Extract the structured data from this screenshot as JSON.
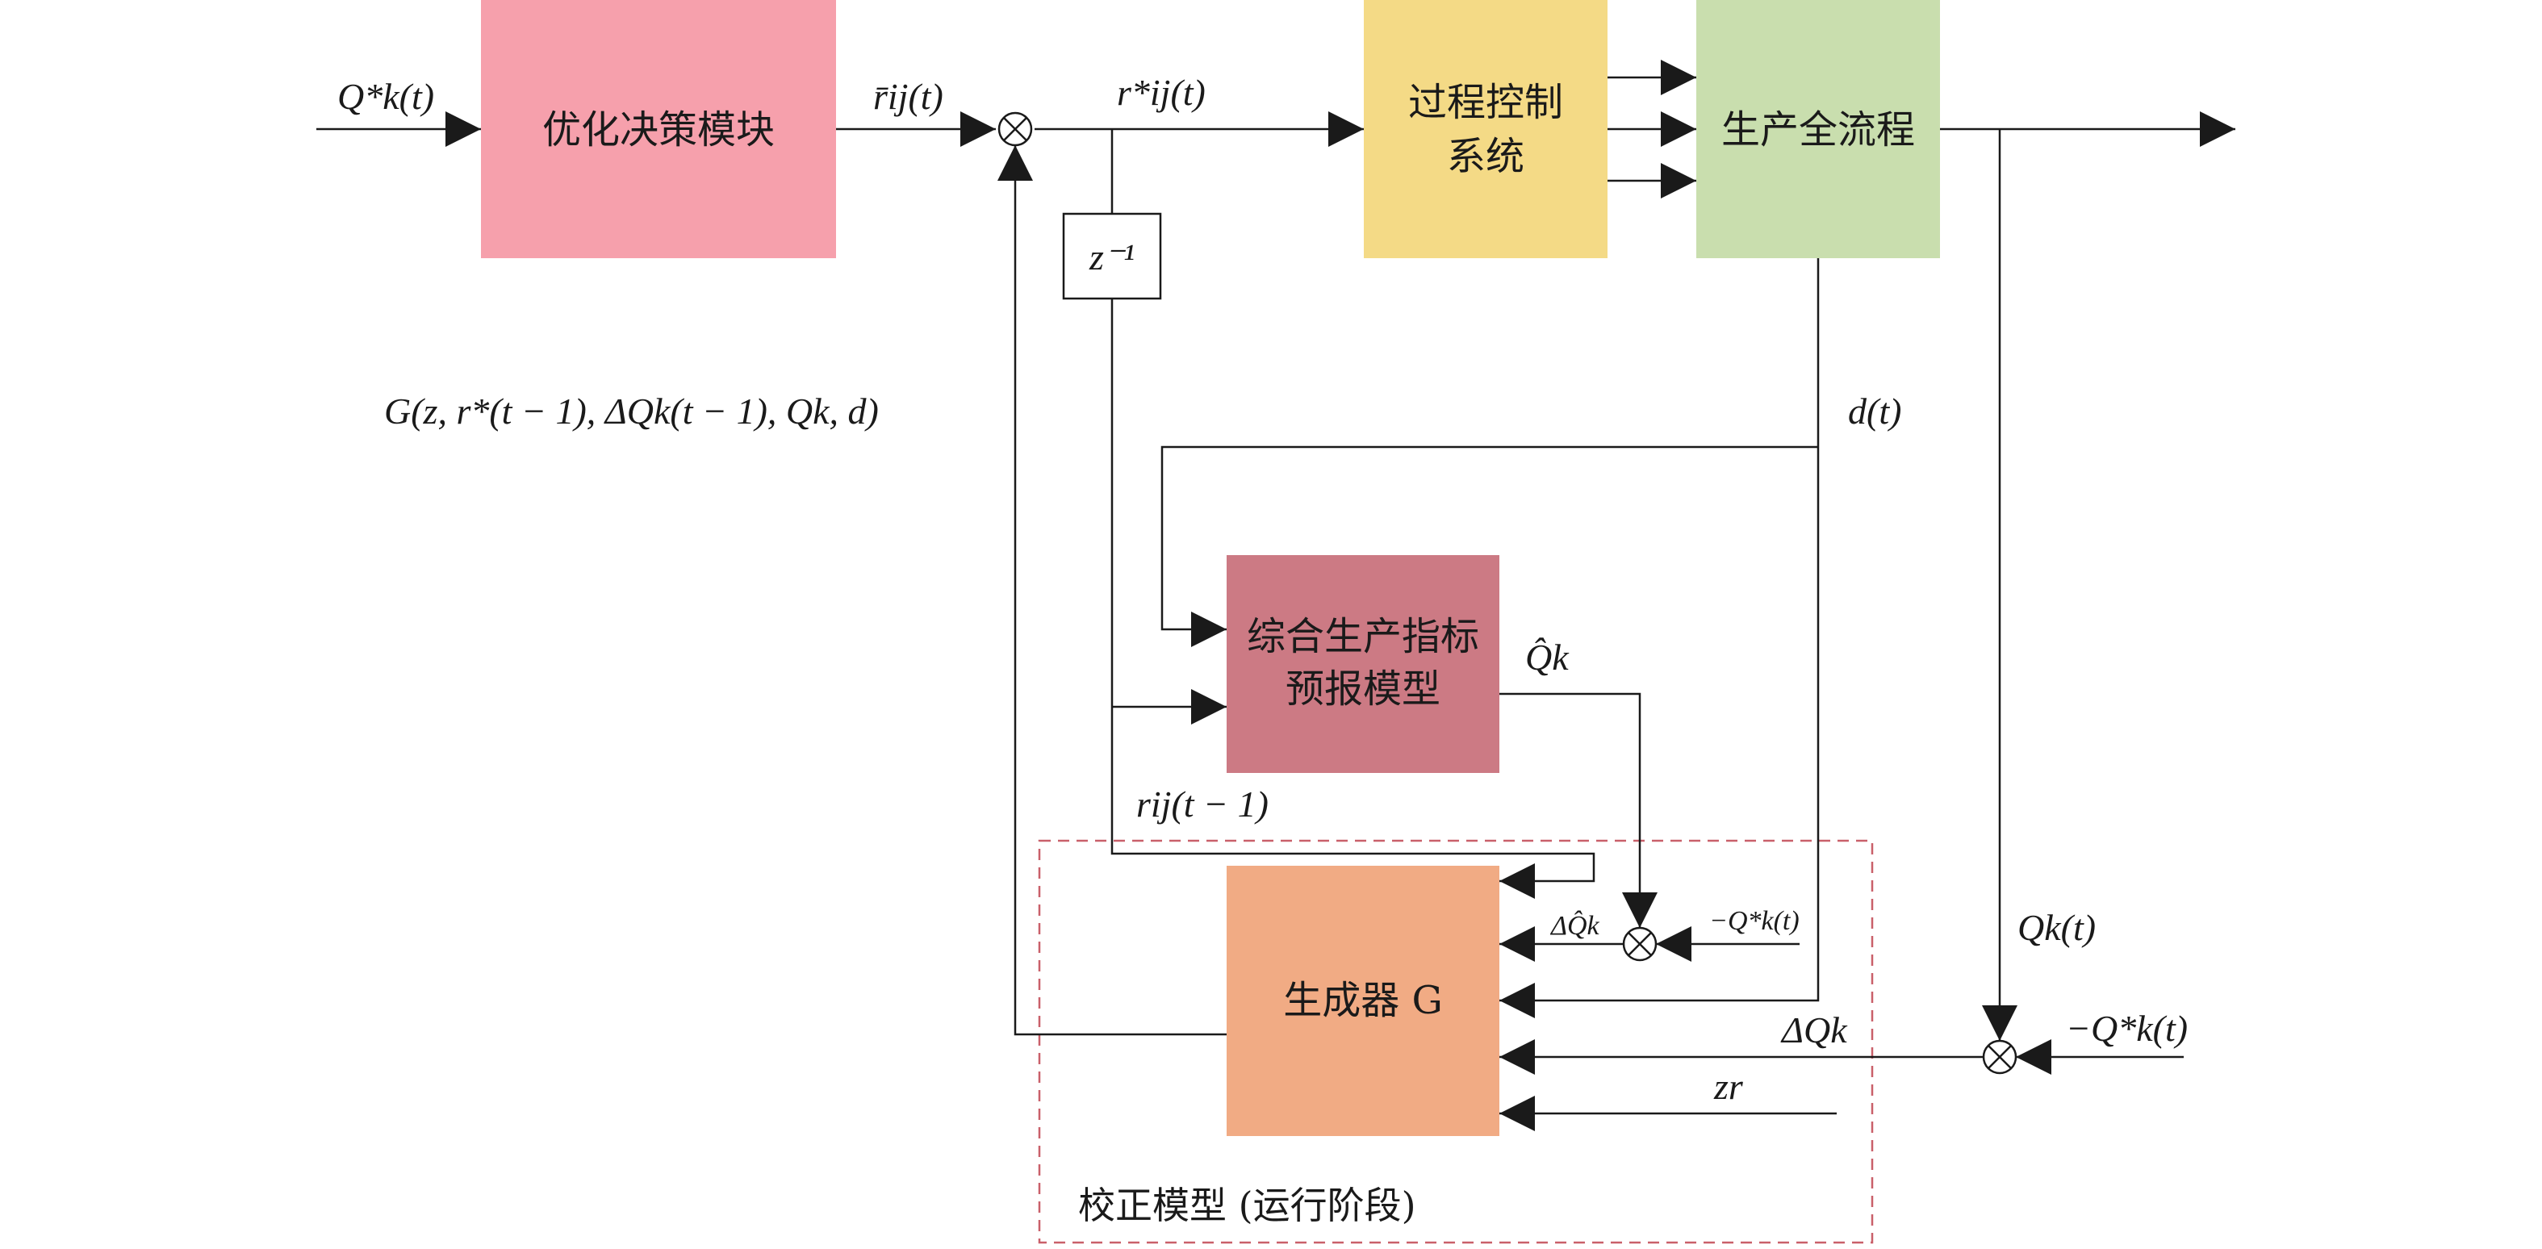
{
  "colors": {
    "optimize": "#F6A0AC",
    "control": "#F4DA86",
    "process": "#C9DEAE",
    "predict": "#CC7A84",
    "generator": "#F1AB84",
    "dashed_border": "#C9606A",
    "line": "#1a1a1a"
  },
  "blocks": {
    "optimize": "优化决策模块",
    "control_line1": "过程控制",
    "control_line2": "系统",
    "process": "生产全流程",
    "delay": "z⁻¹",
    "predict_line1": "综合生产指标",
    "predict_line2": "预报模型",
    "generator": "生成器  G"
  },
  "signals": {
    "q_star_in": "Q*k(t)",
    "r_bar": "r̄ij(t)",
    "r_star": "r*ij(t)",
    "g_func": "G(z, r*(t − 1), ΔQk(t − 1), Qk, d)",
    "d_t": "d(t)",
    "q_hat": "Q̂k",
    "r_prev": "rij(t − 1)",
    "delta_q_hat": "ΔQ̂k",
    "neg_q_star_small": "−Q*k(t)",
    "q_k_t": "Qk(t)",
    "delta_q": "ΔQk",
    "neg_q_star": "−Q*k(t)",
    "z_r": "zr"
  },
  "region_label": "校正模型 (运行阶段)"
}
